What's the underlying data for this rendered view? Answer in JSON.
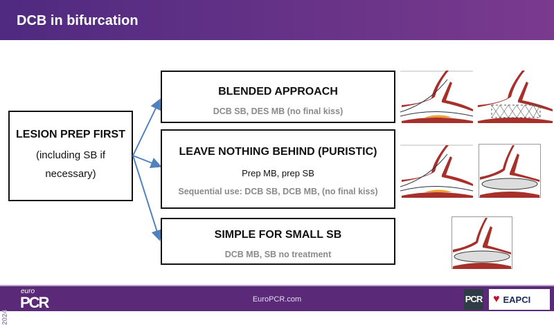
{
  "header": {
    "title": "DCB in bifurcation"
  },
  "lesion": {
    "line1": "LESION PREP FIRST",
    "line2": "(including SB if",
    "line3": "necessary)"
  },
  "options": [
    {
      "title": "BLENDED APPROACH",
      "detail": "DCB SB, DES MB (no final kiss)"
    },
    {
      "title": "LEAVE NOTHING BEHIND (PURISTIC)",
      "detail_main": "Prep MB, prep SB",
      "detail": "Sequential use: DCB SB, DCB MB, (no final kiss)"
    },
    {
      "title": "SIMPLE FOR SMALL SB",
      "detail": "DCB MB, SB no treatment"
    }
  ],
  "footer": {
    "url": "EuroPCR.com",
    "year": "2024",
    "euro": "euro",
    "pcr": "PCR",
    "pcr_badge": "PCR",
    "eapci": "EAPCI"
  },
  "colors": {
    "header": "#5b2c85",
    "footer": "#5a2a78",
    "arrow": "#4f81bd",
    "vessel": "#a8302a",
    "plaque": "#f0a030"
  }
}
